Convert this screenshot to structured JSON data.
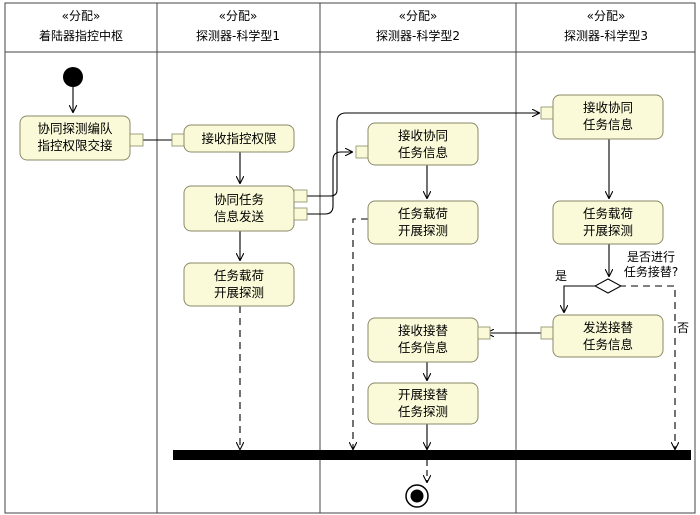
{
  "lanes": [
    {
      "stereotype": "«分配»",
      "name": "着陆器指控中枢"
    },
    {
      "stereotype": "«分配»",
      "name": "探测器-科学型1"
    },
    {
      "stereotype": "«分配»",
      "name": "探测器-科学型2"
    },
    {
      "stereotype": "«分配»",
      "name": "探测器-科学型3"
    }
  ],
  "nodes": {
    "coop": [
      "协同探测编队",
      "指控权限交接"
    ],
    "recv_ctrl": [
      "接收指控权限"
    ],
    "send_info": [
      "协同任务",
      "信息发送"
    ],
    "detect1": [
      "任务载荷",
      "开展探测"
    ],
    "recv2": [
      "接收协同",
      "任务信息"
    ],
    "detect2": [
      "任务载荷",
      "开展探测"
    ],
    "recv_takeover": [
      "接收接替",
      "任务信息"
    ],
    "takeover_detect": [
      "开展接替",
      "任务探测"
    ],
    "recv3": [
      "接收协同",
      "任务信息"
    ],
    "detect3": [
      "任务载荷",
      "开展探测"
    ],
    "send_takeover": [
      "发送接替",
      "任务信息"
    ]
  },
  "decision": {
    "question": [
      "是否进行",
      "任务接替?"
    ],
    "yes": "是",
    "no": "否"
  }
}
